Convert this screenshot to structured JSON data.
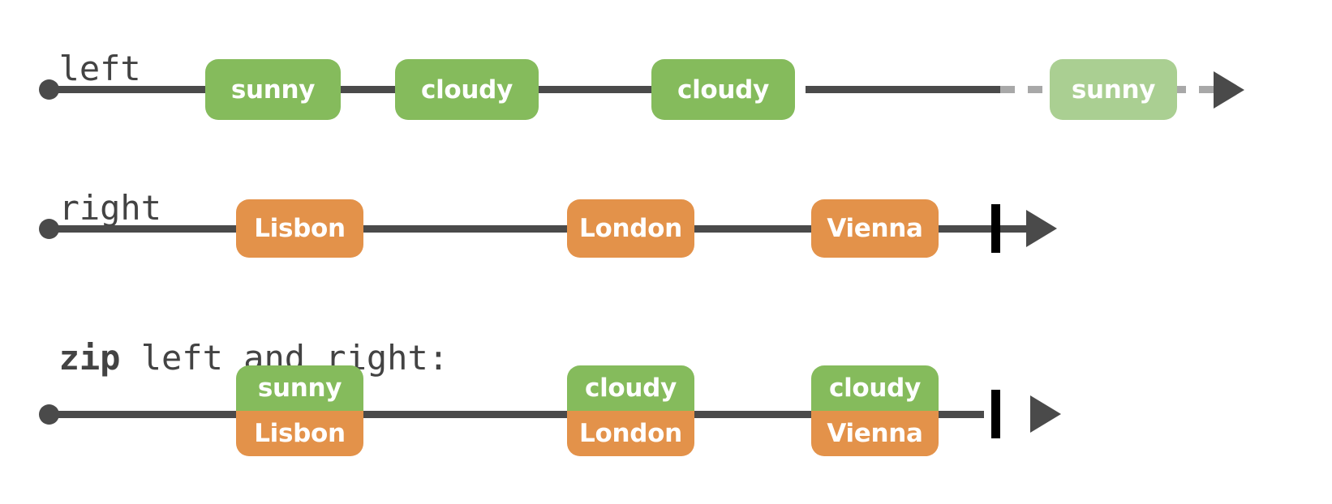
{
  "colors": {
    "green": "#85bb5c",
    "green_faded": "#aacf92",
    "orange": "#e3924a",
    "timeline": "#4a4a4a",
    "timeline_dashed": "#a8a8a8",
    "complete_bar": "#000000",
    "label_text": "#434343",
    "marble_text": "#ffffff",
    "background": "#ffffff"
  },
  "rows": [
    {
      "id": "left",
      "label_parts": [
        {
          "text": "left",
          "bold": false
        }
      ],
      "label_plain": "left",
      "terminated": false,
      "dashed_tail": true,
      "marbles": [
        {
          "label": "sunny",
          "color": "green",
          "faded": false
        },
        {
          "label": "cloudy",
          "color": "green",
          "faded": false
        },
        {
          "label": "cloudy",
          "color": "green",
          "faded": false
        },
        {
          "label": "sunny",
          "color": "green_faded",
          "faded": true
        }
      ]
    },
    {
      "id": "right",
      "label_parts": [
        {
          "text": "right",
          "bold": false
        }
      ],
      "label_plain": "right",
      "terminated": true,
      "dashed_tail": false,
      "marbles": [
        {
          "label": "Lisbon",
          "color": "orange",
          "faded": false
        },
        {
          "label": "London",
          "color": "orange",
          "faded": false
        },
        {
          "label": "Vienna",
          "color": "orange",
          "faded": false
        }
      ]
    },
    {
      "id": "zip",
      "label_parts": [
        {
          "text": "zip",
          "bold": true
        },
        {
          "text": " left and right:",
          "bold": false
        }
      ],
      "label_plain": "zip left and right:",
      "terminated": true,
      "dashed_tail": false,
      "marbles": [
        {
          "top": "sunny",
          "bottom": "Lisbon"
        },
        {
          "top": "cloudy",
          "bottom": "London"
        },
        {
          "top": "cloudy",
          "bottom": "Vienna"
        }
      ]
    }
  ],
  "legend": {
    "start_dot": "start-marker",
    "arrow": "timeline-arrow",
    "complete_bar": "complete-marker"
  }
}
